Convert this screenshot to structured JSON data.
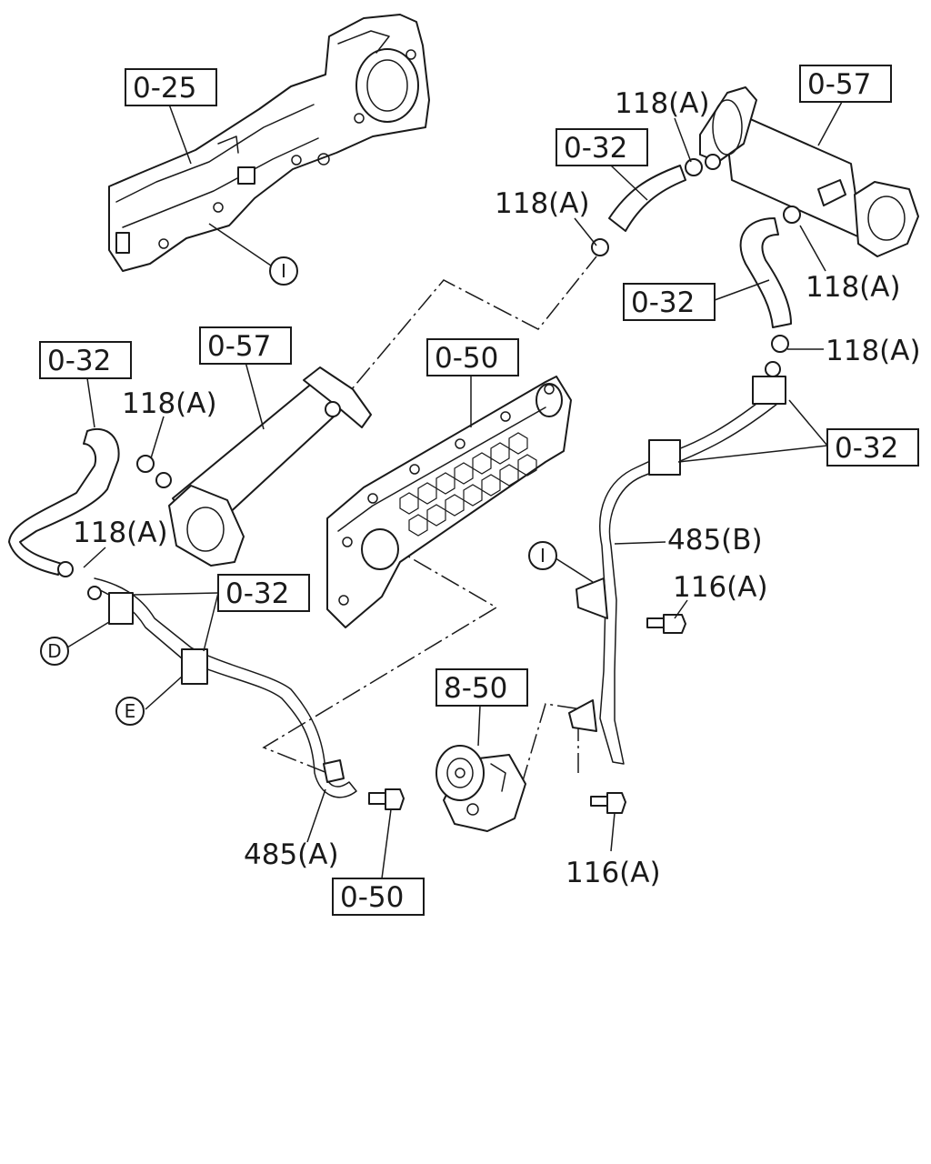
{
  "ref_boxes": {
    "b025": "0-25",
    "b057_top": "0-57",
    "b032_top": "0-32",
    "b032_right_mid": "0-32",
    "b032_left": "0-32",
    "b057_mid": "0-57",
    "b050_mid": "0-50",
    "b032_right_low": "0-32",
    "b032_center": "0-32",
    "b850": "8-50",
    "b050_bottom": "0-50"
  },
  "callouts": {
    "c118_top": "118(A)",
    "c118_mid": "118(A)",
    "c118_right_upper": "118(A)",
    "c118_right_lower": "118(A)",
    "c118_left_upper": "118(A)",
    "c118_left_lower": "118(A)",
    "c485b": "485(B)",
    "c116_upper": "116(A)",
    "c116_lower": "116(A)",
    "c485a": "485(A)"
  },
  "markers": {
    "m_i_top": "I",
    "m_i_right": "I",
    "m_d": "D",
    "m_e": "E"
  },
  "colors": {
    "line": "#1a1a1a",
    "background": "#ffffff"
  }
}
